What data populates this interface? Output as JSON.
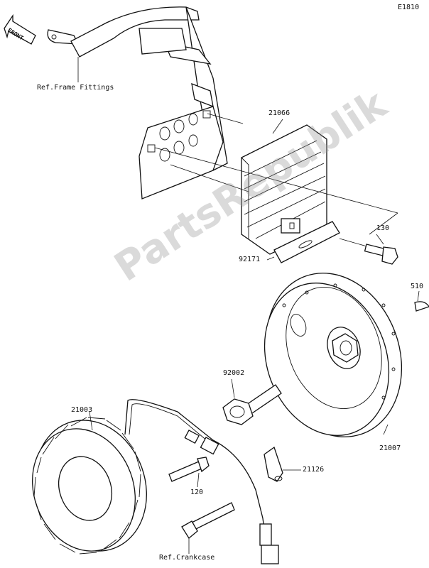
{
  "diagram_code": "E1810",
  "direction_arrow": "FRONT",
  "watermark": "PartsRepublik",
  "labels": {
    "frame_ref": "Ref.Frame Fittings",
    "regulator": "21066",
    "bolt_130": "130",
    "plate_92171": "92171",
    "key_510": "510",
    "bolt_92002": "92002",
    "rotor": "21007",
    "stator": "21003",
    "clamp": "21126",
    "bolt_120": "120",
    "crankcase_ref": "Ref.Crankcase"
  }
}
